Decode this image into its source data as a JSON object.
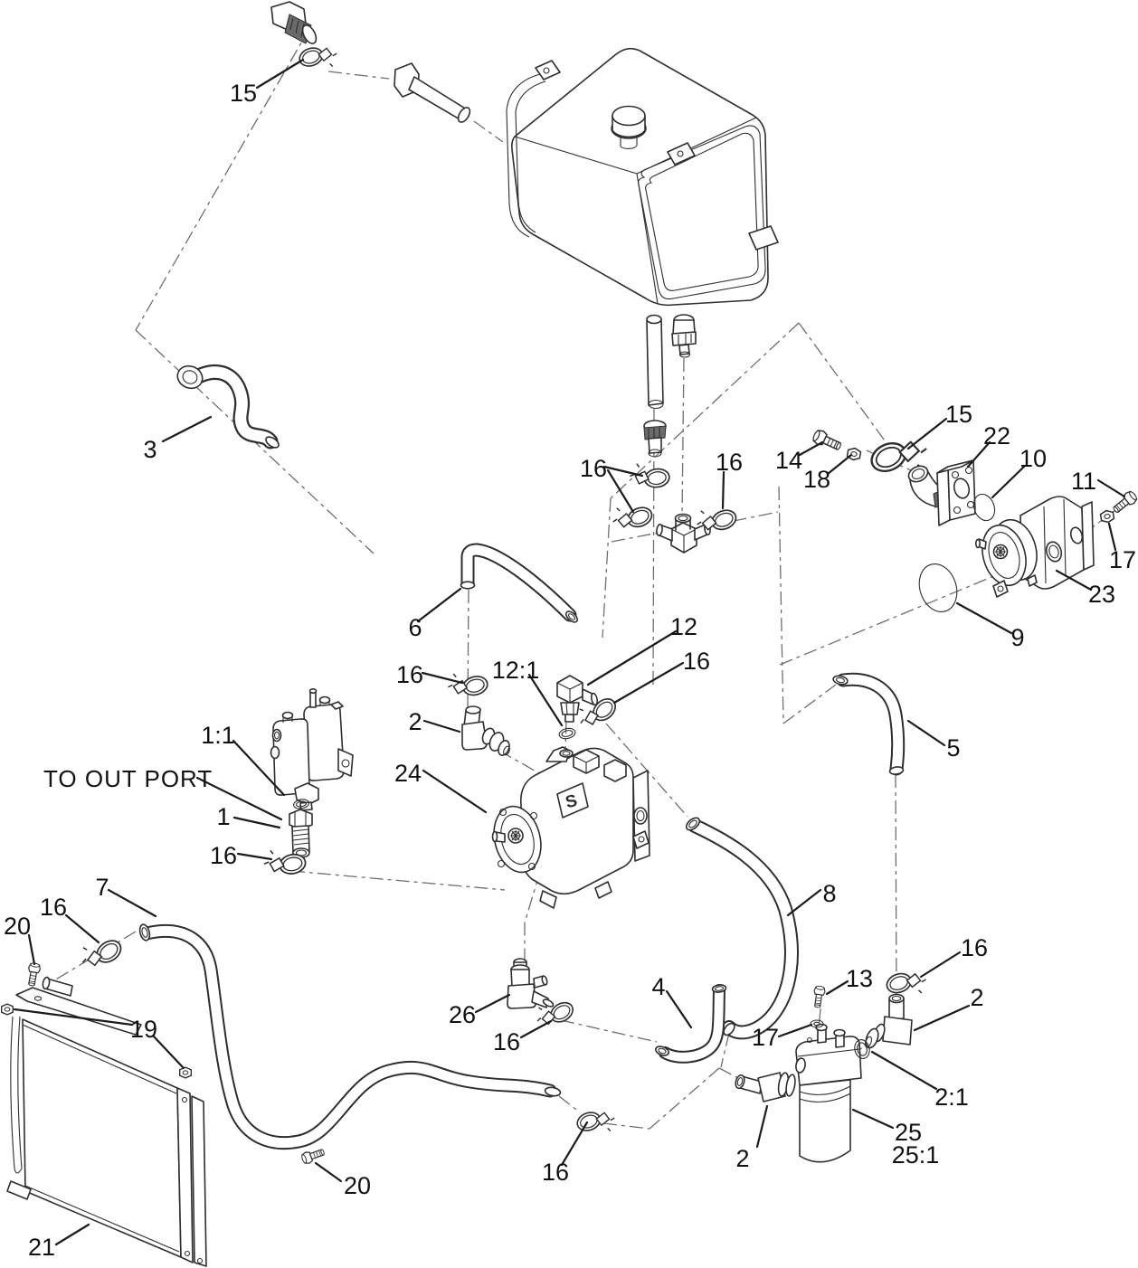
{
  "diagram": {
    "type": "exploded-parts-diagram",
    "background": "#ffffff",
    "line_color": "#2e2e2e",
    "note": {
      "to_out_port": "TO OUT PORT"
    },
    "pump_logo_letter": "S",
    "labels": {
      "n1": "1",
      "n1_1": "1:1",
      "n2": "2",
      "n2_1": "2:1",
      "n3": "3",
      "n4": "4",
      "n5": "5",
      "n6": "6",
      "n7": "7",
      "n8": "8",
      "n9": "9",
      "n10": "10",
      "n11": "11",
      "n12": "12",
      "n12_1": "12:1",
      "n13": "13",
      "n14": "14",
      "n15": "15",
      "n16": "16",
      "n17": "17",
      "n18": "18",
      "n19": "19",
      "n20": "20",
      "n21": "21",
      "n22": "22",
      "n23": "23",
      "n24": "24",
      "n25": "25",
      "n25_1": "25:1",
      "n26": "26"
    }
  }
}
